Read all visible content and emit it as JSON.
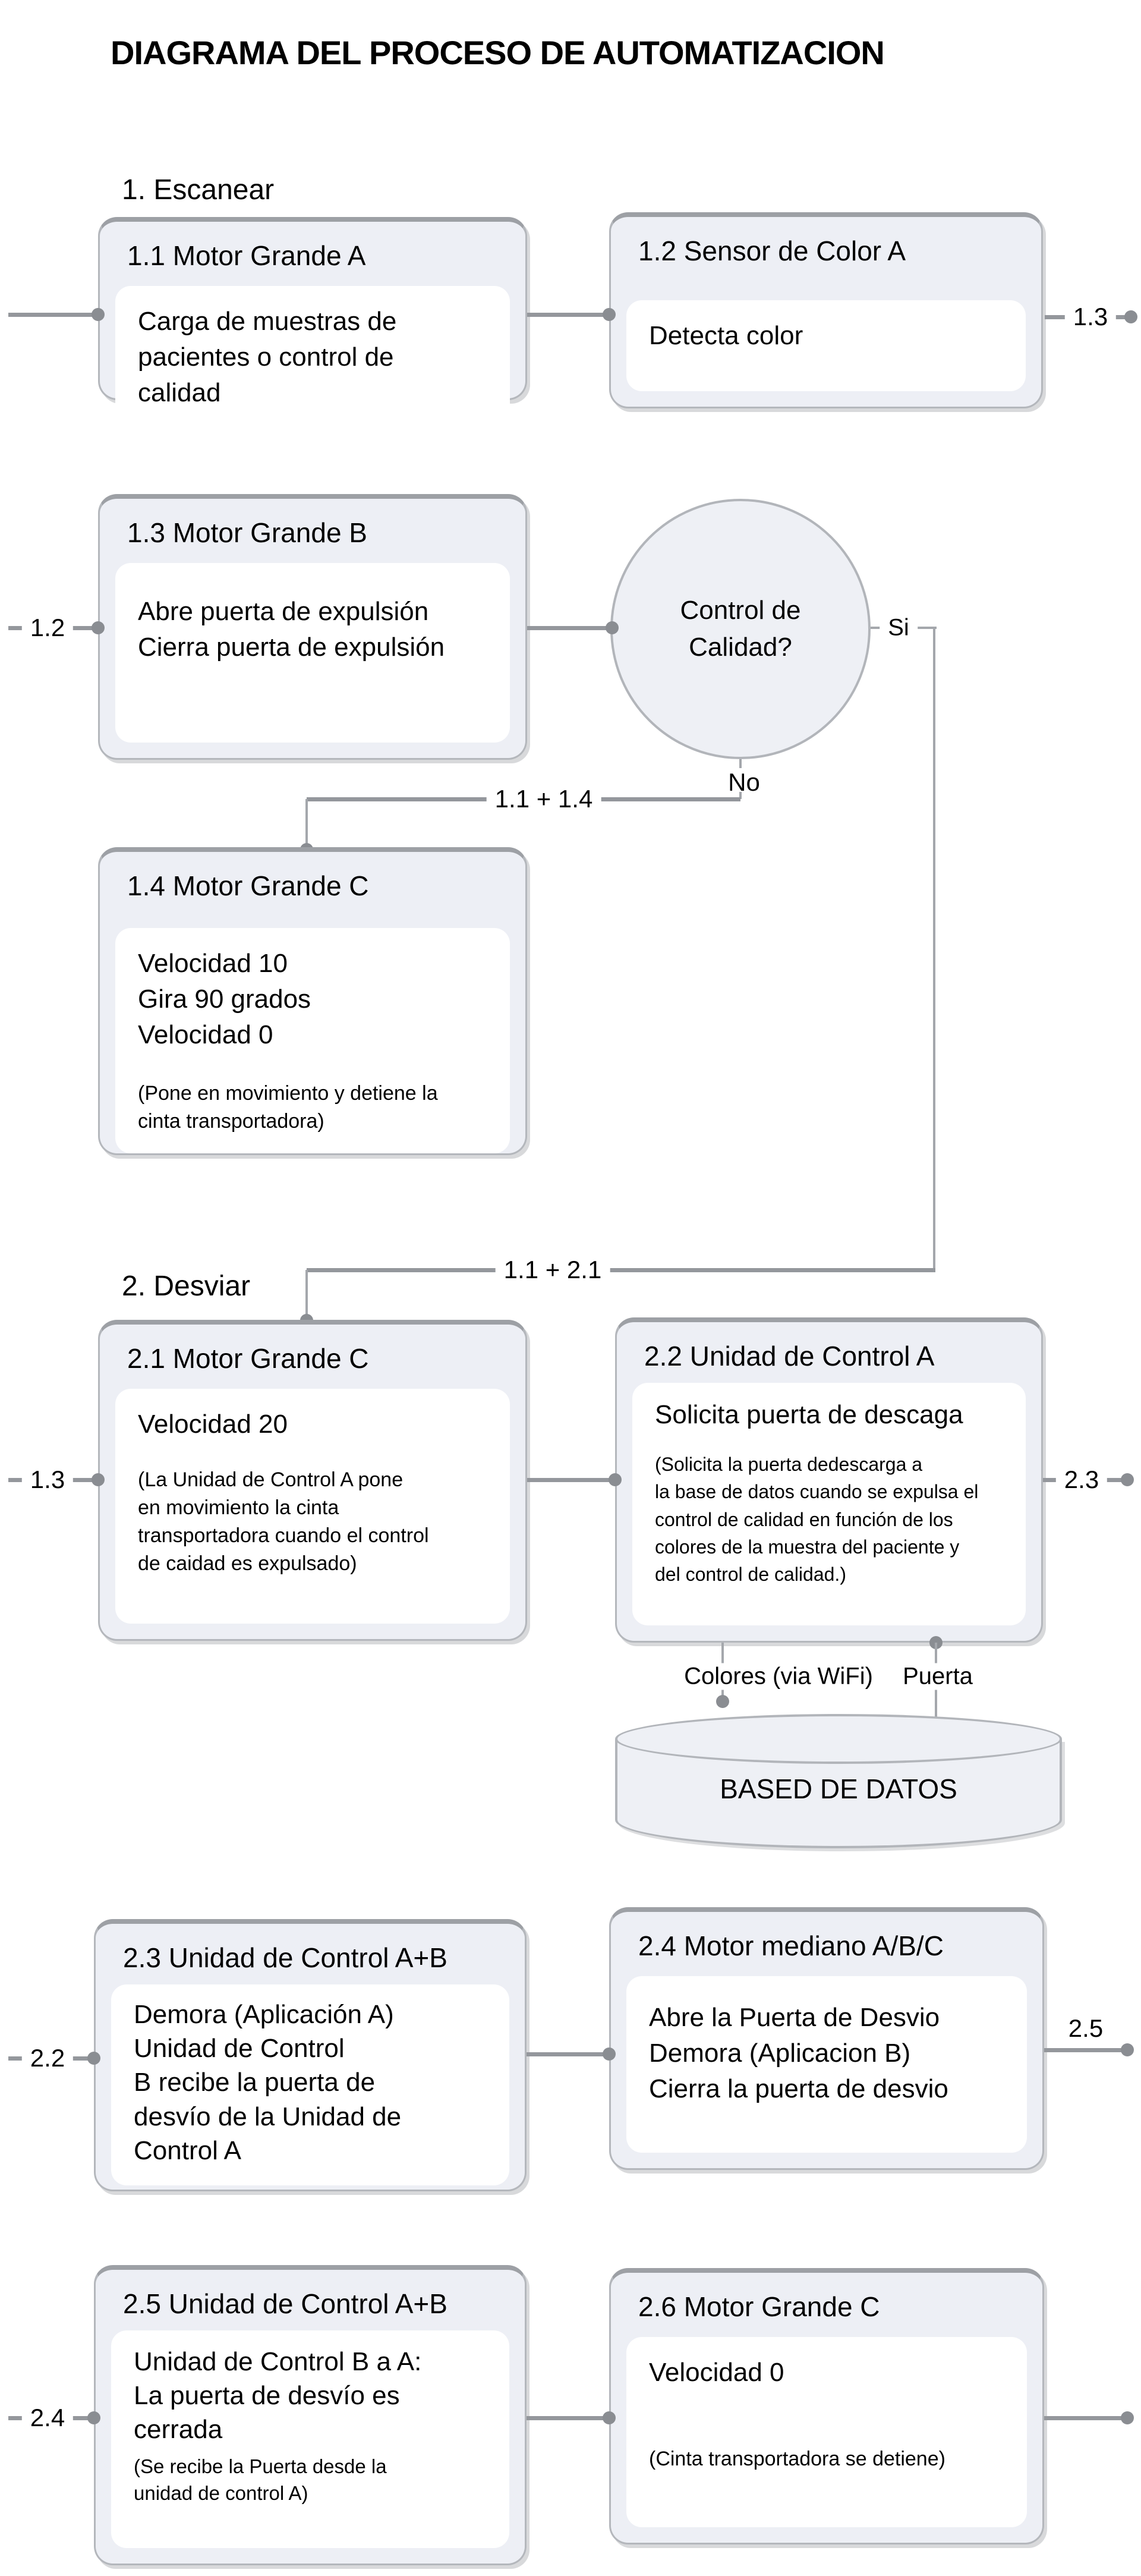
{
  "title": "DIAGRAMA DEL PROCESO DE AUTOMATIZACION",
  "sections": {
    "s1": "1. Escanear",
    "s2": "2. Desviar"
  },
  "boxes": {
    "b11": {
      "title": "1.1 Motor Grande A",
      "body": "Carga de muestras de\npacientes o control de\ncalidad"
    },
    "b12": {
      "title": "1.2 Sensor de Color A",
      "body": "Detecta color"
    },
    "b13": {
      "title": "1.3 Motor Grande B",
      "body": "Abre puerta de expulsión\nCierra puerta de expulsión"
    },
    "b14": {
      "title": "1.4 Motor Grande C",
      "body": "Velocidad 10\nGira 90 grados\nVelocidad 0",
      "note": "(Pone en movimiento y detiene la\ncinta transportadora)"
    },
    "b21": {
      "title": "2.1 Motor Grande C",
      "body": "Velocidad  20",
      "note": "(La Unidad de Control A pone\nen movimiento la cinta\ntransportadora cuando el control\nde caidad es expulsado)"
    },
    "b22": {
      "title": "2.2 Unidad de Control A",
      "body": "Solicita puerta de descaga",
      "note": "(Solicita la puerta dedescarga a\nla  base de datos cuando se expulsa el\ncontrol de calidad en función de los\ncolores de la muestra del paciente y\ndel control de calidad.)"
    },
    "b23": {
      "title": "2.3 Unidad de Control A+B",
      "body": "Demora (Aplicación A)\nUnidad de Control\nB  recibe la puerta de\ndesvío de la Unidad de\nControl A"
    },
    "b24": {
      "title": "2.4 Motor mediano  A/B/C",
      "body": "Abre la Puerta de Desvio\nDemora (Aplicacion B)\nCierra la puerta de desvio"
    },
    "b25": {
      "title": "2.5 Unidad de Control A+B",
      "body": "Unidad de Control B a A:\nLa puerta de desvío es\ncerrada",
      "note": "(Se recibe la Puerta desde la\nunidad de control A)"
    },
    "b26": {
      "title": "2.6 Motor Grande C",
      "body": "Velocidad 0",
      "note": "(Cinta transportadora se detiene)"
    }
  },
  "decision": {
    "question": "Control de\nCalidad?",
    "yes": "Si",
    "no": "No"
  },
  "edges": {
    "r1_right": "1.3",
    "r2_left": "1.2",
    "no_join": "1.1 + 1.4",
    "si_join": "1.1 + 2.1",
    "r3_left": "1.3",
    "r3_right": "2.3",
    "db_colors": "Colores  (via WiFi)",
    "db_door": "Puerta",
    "r4_left": "2.2",
    "r4_right": "2.5",
    "r5_left": "2.4"
  },
  "database": {
    "label": "BASED DE DATOS"
  },
  "colors": {
    "background": "#ffffff",
    "box_fill": "#edeff5",
    "box_border": "#b4b7bc",
    "box_border_top": "#9da0a5",
    "inner_fill": "#ffffff",
    "connector": "#94979c",
    "connector_thin": "#a4a7ac",
    "node_dot": "#8a8d92",
    "text": "#000000"
  }
}
